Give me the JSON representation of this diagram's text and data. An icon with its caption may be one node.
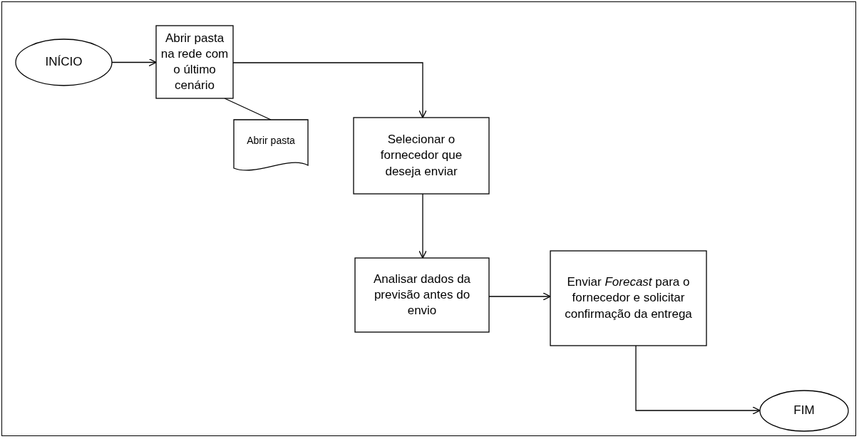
{
  "diagram": {
    "nodes": [
      {
        "text": [
          "INÍCIO"
        ]
      },
      {
        "text": [
          "Abrir pasta na rede com o último cenário"
        ]
      },
      {
        "text": [
          "Abrir pasta"
        ]
      },
      {
        "text": [
          "Selecionar o fornecedor que deseja enviar"
        ]
      },
      {
        "text": [
          "Analisar dados da previsão antes do envio"
        ]
      },
      {
        "text": [
          "Enviar *Forecast* para o fornecedor e solicitar confirmação da entrega"
        ]
      },
      {
        "text": [
          "FIM"
        ]
      }
    ],
    "edges": [
      {
        "from": 0,
        "to": 1,
        "arrow": "to"
      },
      {
        "from": 1,
        "to": 2,
        "arrow": "none"
      },
      {
        "from": 1,
        "to": 3,
        "arrow": "to"
      },
      {
        "from": 3,
        "to": 4,
        "arrow": "to"
      },
      {
        "from": 4,
        "to": 5,
        "arrow": "to"
      },
      {
        "from": 5,
        "to": 6,
        "arrow": "to"
      }
    ]
  }
}
